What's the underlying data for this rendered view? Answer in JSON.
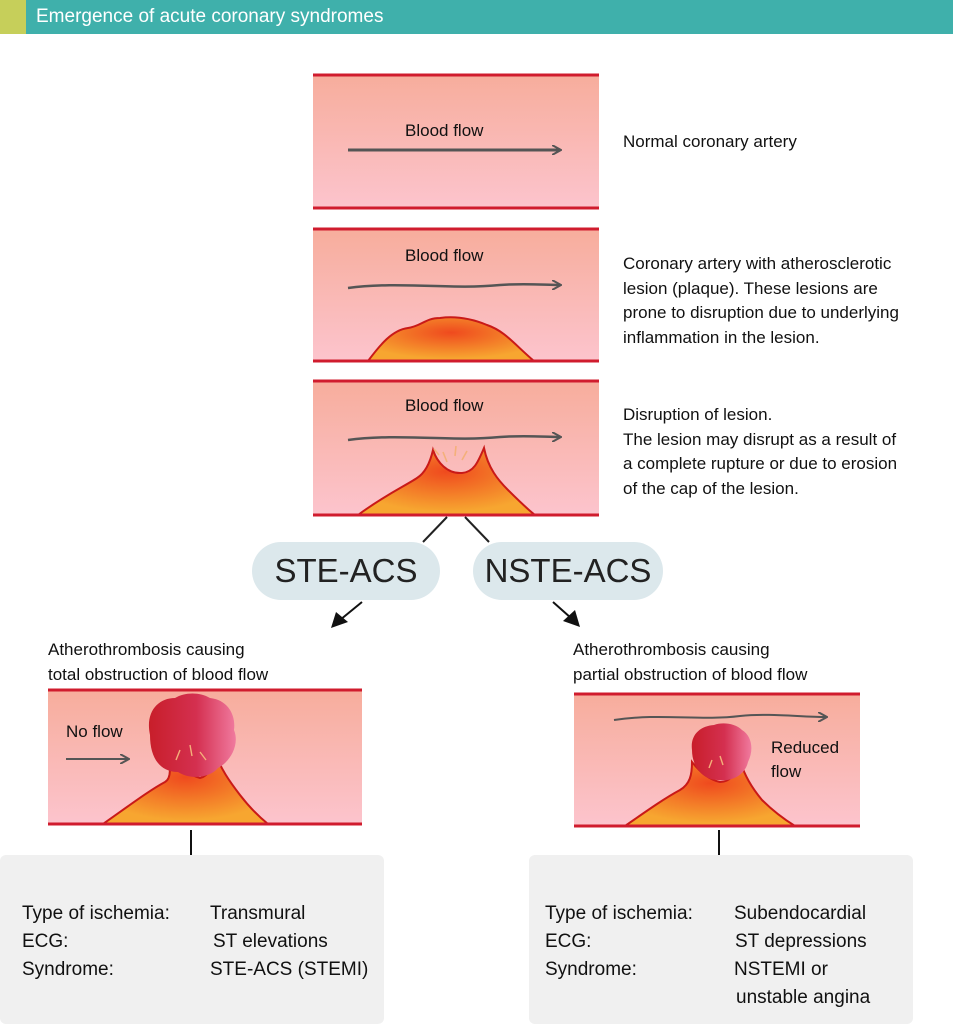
{
  "header": {
    "title": "Emergence of acute coronary syndromes"
  },
  "panels": {
    "normal": {
      "flow_label": "Blood flow",
      "description": [
        "Normal coronary artery"
      ]
    },
    "plaque": {
      "flow_label": "Blood flow",
      "description": [
        "Coronary artery with atherosclerotic",
        "lesion (plaque). These lesions are",
        "prone to disruption due to underlying",
        "inflammation in the lesion."
      ]
    },
    "disruption": {
      "flow_label": "Blood flow",
      "description": [
        "Disruption of lesion.",
        "The lesion may disrupt as a result of",
        "a complete rupture or due to erosion",
        "of the cap of the lesion."
      ]
    }
  },
  "branches": {
    "ste": {
      "pill": "STE-ACS",
      "caption": [
        "Atherothrombosis causing",
        "total obstruction of blood flow"
      ],
      "flow_label": "No flow",
      "rows": [
        {
          "label": "Type of ischemia:",
          "value": "Transmural"
        },
        {
          "label": "ECG:",
          "value": "ST elevations"
        },
        {
          "label": "Syndrome:",
          "value": "STE-ACS (STEMI)"
        }
      ]
    },
    "nste": {
      "pill": "NSTE-ACS",
      "caption": [
        "Atherothrombosis causing",
        "partial obstruction of blood flow"
      ],
      "flow_label": [
        "Reduced",
        "flow"
      ],
      "rows": [
        {
          "label": "Type of ischemia:",
          "value": "Subendocardial"
        },
        {
          "label": "ECG:",
          "value": "ST depressions"
        },
        {
          "label": "Syndrome:",
          "value": "NSTEMI or"
        },
        {
          "label": "",
          "value": "unstable angina"
        }
      ]
    }
  },
  "colors": {
    "header": "#3fb0ab",
    "header_tab": "#c6cf5a",
    "vessel_wall": "#d01c2e",
    "pill": "#dce8ec",
    "info_box": "#f0f0f0"
  }
}
